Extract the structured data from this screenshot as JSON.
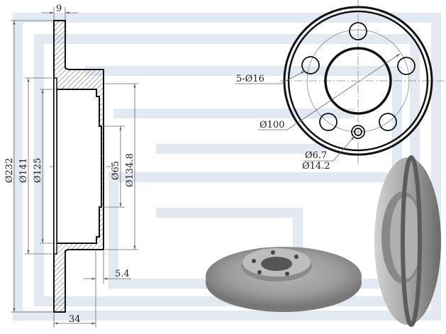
{
  "section_view": {
    "dims": {
      "thickness": "9",
      "outer_diameter": "Ø232",
      "d141": "Ø141",
      "d125": "Ø125",
      "center_bore": "Ø65",
      "hat_diameter": "Ø134.8",
      "hat_thickness": "5.4",
      "total_height": "34"
    }
  },
  "front_view": {
    "dims": {
      "bolt_holes": "5-Ø16",
      "pcd": "Ø100",
      "small_hole_inner": "Ø6.7",
      "small_hole_outer": "Ø14.2"
    }
  },
  "colors": {
    "line": "#111111",
    "dim_line": "#666666",
    "watermark": "#e3e9f1",
    "metal": "#9a9a9a"
  }
}
